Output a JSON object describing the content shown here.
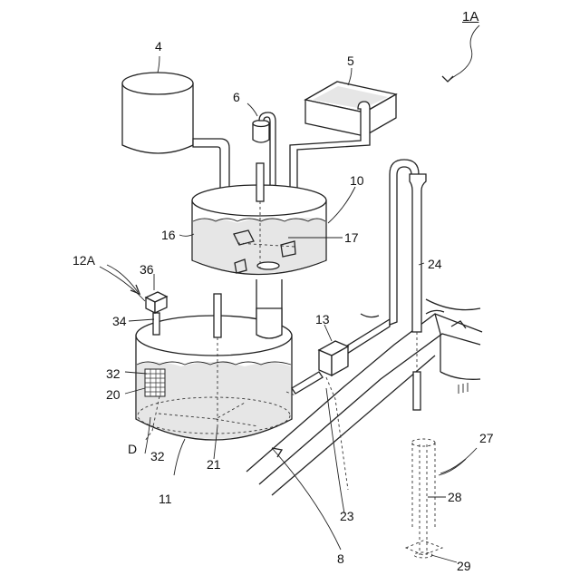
{
  "labels": {
    "system": "1A",
    "tank_4": "4",
    "tank_5": "5",
    "vessel_6": "6",
    "reactor_10": "10",
    "unit_12a": "12A",
    "valve_13": "13",
    "tank_11": "11",
    "outer_16": "16",
    "impeller_17": "17",
    "element_20": "20",
    "stirrer_21": "21",
    "pipe_23": "23",
    "pipe_24": "24",
    "well_27": "27",
    "shaft_28": "28",
    "bit_29": "29",
    "plate_32_top": "32",
    "plate_32_bottom": "32",
    "sensor_34": "34",
    "sensor_36": "36",
    "detail_d": "D",
    "ground_8": "8"
  }
}
